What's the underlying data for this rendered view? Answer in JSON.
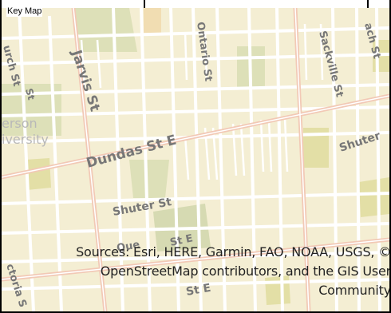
{
  "panel": {
    "label": "Key Map"
  },
  "streets": {
    "jarvis": "Jarvis St",
    "dundas": "Dundas St E",
    "shuter": "Shuter St",
    "shuter_east": "Shuter",
    "ontario": "Ontario St",
    "sackville": "Sackville St",
    "church": "urch St",
    "queen": "Que",
    "queen_east": "St E",
    "bottom_st": "St E",
    "victoria": "ctoria S",
    "top_right": "ach St",
    "church_small": "ch",
    "st_fragment": "St"
  },
  "districts": {
    "ryerson": "erson",
    "university": "iversity"
  },
  "attribution": {
    "line1": "Sources: Esri, HERE, Garmin, FAO, NOAA, USGS, ©",
    "line2": "OpenStreetMap contributors, and the GIS User",
    "line3": "Community"
  },
  "colors": {
    "land": "#f4eed3",
    "park": "#dde0b8",
    "block": "#e8e2a8",
    "road": "#ffffff",
    "arterial": "#f2c9b6"
  }
}
